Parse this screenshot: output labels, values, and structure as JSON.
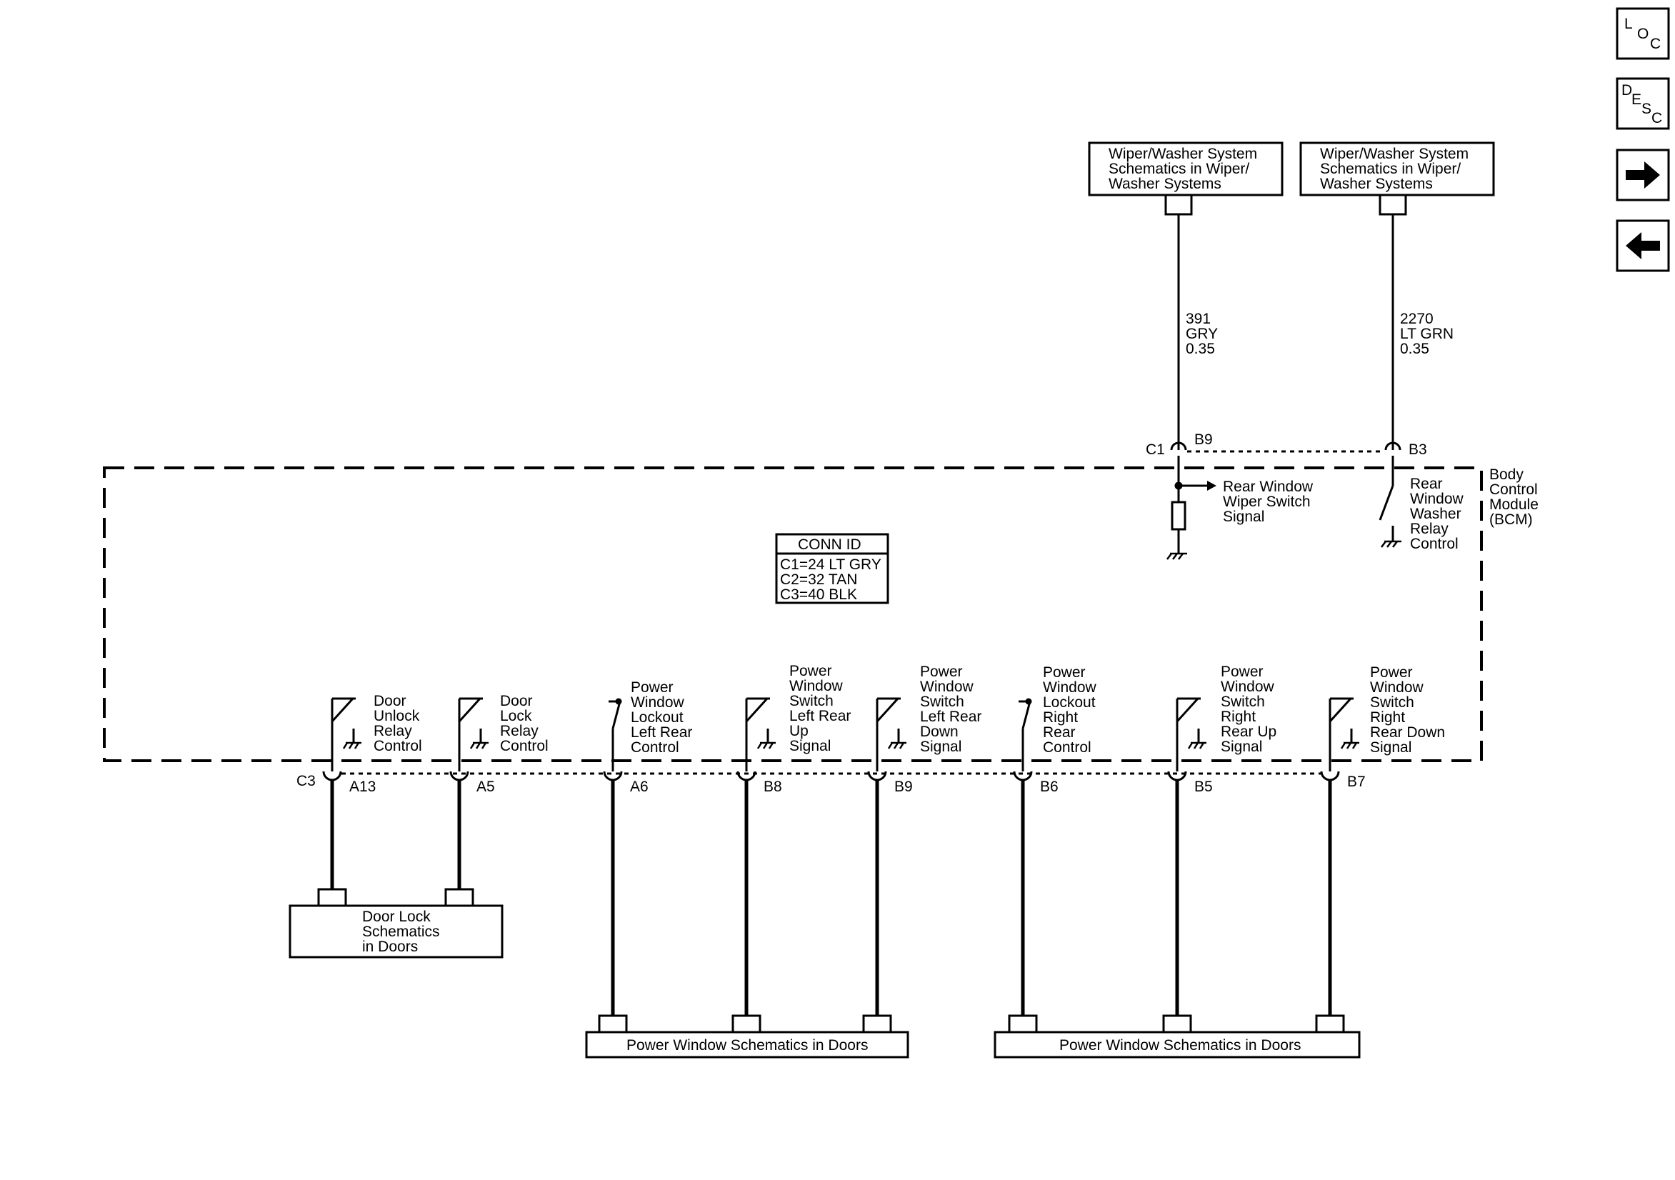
{
  "nav": {
    "loc": {
      "l1": "L",
      "l2": "O",
      "l3": "C"
    },
    "desc": {
      "l1": "D",
      "l2": "E",
      "l3": "S",
      "l4": "C"
    },
    "next_icon": "arrow-right-icon",
    "prev_icon": "arrow-left-icon"
  },
  "top_refs": [
    {
      "line1": "Wiper/Washer System",
      "line2": "Schematics in Wiper/",
      "line3": "Washer Systems"
    },
    {
      "line1": "Wiper/Washer System",
      "line2": "Schematics in Wiper/",
      "line3": "Washer Systems"
    }
  ],
  "wires": [
    {
      "circuit": "391",
      "color": "GRY",
      "size": "0.35"
    },
    {
      "circuit": "2270",
      "color": "LT GRN",
      "size": "0.35"
    }
  ],
  "connectors_top": {
    "c1": "C1",
    "b9": "B9",
    "b3": "B3"
  },
  "module": {
    "line1": "Body",
    "line2": "Control",
    "line3": "Module",
    "line4": "(BCM)"
  },
  "rear_wiper": {
    "line1": "Rear Window",
    "line2": "Wiper Switch",
    "line3": "Signal"
  },
  "rear_washer": {
    "line1": "Rear",
    "line2": "Window",
    "line3": "Washer",
    "line4": "Relay",
    "line5": "Control"
  },
  "conn_id": {
    "title": "CONN ID",
    "c1": "C1=24 LT GRY",
    "c2": "C2=32 TAN",
    "c3": "C3=40 BLK"
  },
  "c3_label": "C3",
  "pins": [
    {
      "pin": "A13",
      "l1": "Door",
      "l2": "Unlock",
      "l3": "Relay",
      "l4": "Control",
      "l5": ""
    },
    {
      "pin": "A5",
      "l1": "Door",
      "l2": "Lock",
      "l3": "Relay",
      "l4": "Control",
      "l5": ""
    },
    {
      "pin": "A6",
      "l1": "Power",
      "l2": "Window",
      "l3": "Lockout",
      "l4": "Left Rear",
      "l5": "Control"
    },
    {
      "pin": "B8",
      "l1": "Power",
      "l2": "Window",
      "l3": "Switch",
      "l4": "Left Rear",
      "l5": "Up",
      "l6": "Signal"
    },
    {
      "pin": "B9",
      "l1": "Power",
      "l2": "Window",
      "l3": "Switch",
      "l4": "Left Rear",
      "l5": "Down",
      "l6": "Signal"
    },
    {
      "pin": "B6",
      "l1": "Power",
      "l2": "Window",
      "l3": "Lockout",
      "l4": "Right",
      "l5": "Rear",
      "l6": "Control"
    },
    {
      "pin": "B5",
      "l1": "Power",
      "l2": "Window",
      "l3": "Switch",
      "l4": "Right",
      "l5": "Rear Up",
      "l6": "Signal"
    },
    {
      "pin": "B7",
      "l1": "Power",
      "l2": "Window",
      "l3": "Switch",
      "l4": "Right",
      "l5": "Rear Down",
      "l6": "Signal"
    }
  ],
  "bottom_refs": {
    "door_lock": {
      "line1": "Door Lock",
      "line2": "Schematics",
      "line3": "in Doors"
    },
    "pw_left": "Power Window Schematics in Doors",
    "pw_right": "Power Window Schematics in Doors"
  }
}
